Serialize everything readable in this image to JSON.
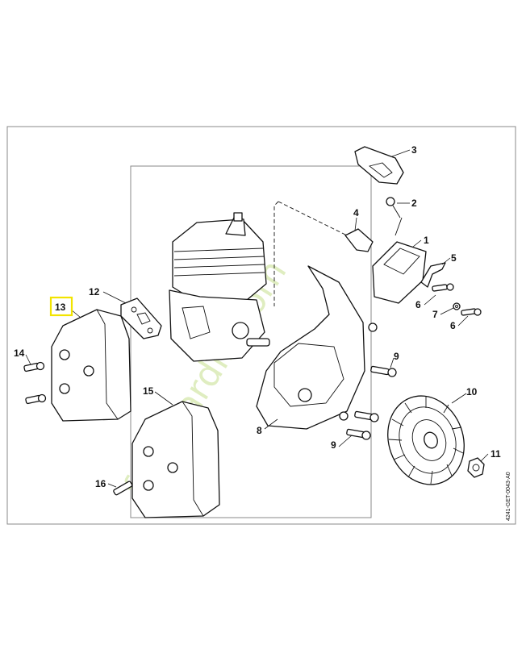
{
  "diagram": {
    "highlight_color": "#f2e400",
    "watermark_color": "#c6e08e",
    "watermark": "forêtjardin.com",
    "reference_code": "4241-GET-0043-A0",
    "highlighted_label": "13",
    "labels": {
      "l1": "1",
      "l2": "2",
      "l3": "3",
      "l4": "4",
      "l5": "5",
      "l6a": "6",
      "l6b": "6",
      "l7": "7",
      "l8": "8",
      "l9a": "9",
      "l9b": "9",
      "l10": "10",
      "l11": "11",
      "l12": "12",
      "l13": "13",
      "l14": "14",
      "l15": "15",
      "l16": "16"
    }
  }
}
